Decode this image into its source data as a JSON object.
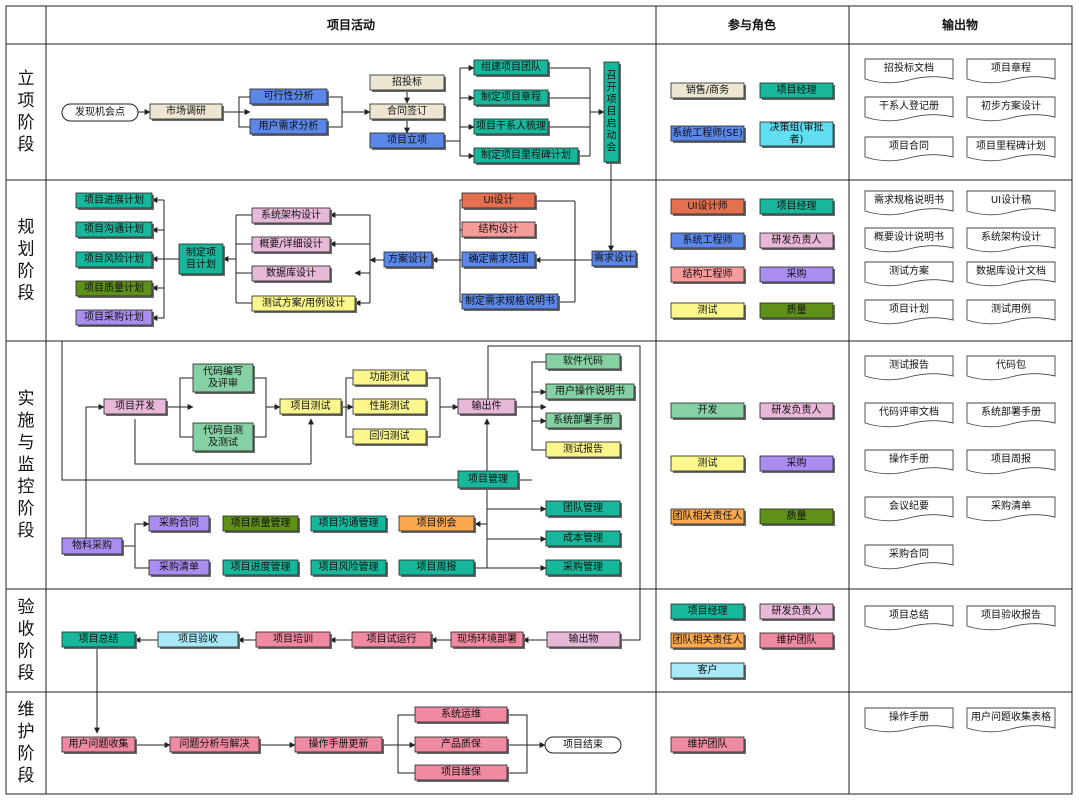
{
  "colors": {
    "beige": "#ece6d2",
    "blue": "#5b87e8",
    "teal": "#18b79c",
    "cyan": "#62def2",
    "pink": "#e8b8d8",
    "orange": "#e5704f",
    "salmon": "#f79b9b",
    "yellow": "#fbf78c",
    "olive": "#5f9018",
    "purple": "#a98ef0",
    "green": "#86d1a4",
    "amber": "#fba94f",
    "rose": "#ef8aa2",
    "sky": "#a9e9f7",
    "line": "#222222"
  },
  "headers": {
    "activities": "项目活动",
    "roles": "参与角色",
    "outputs": "输出物"
  },
  "stages": [
    {
      "label": [
        "立",
        "项",
        "阶",
        "段"
      ]
    },
    {
      "label": [
        "规",
        "划",
        "阶",
        "段"
      ]
    },
    {
      "label": [
        "实",
        "施",
        "与",
        "监",
        "控",
        "阶",
        "段"
      ]
    },
    {
      "label": [
        "验",
        "收",
        "阶",
        "段"
      ]
    },
    {
      "label": [
        "维",
        "护",
        "阶",
        "段"
      ]
    }
  ],
  "nodes": {
    "s1_start": "发现机会点",
    "s1_market": "市场调研",
    "s1_feasibility": "可行性分析",
    "s1_user_req": "用户需求分析",
    "s1_bidding": "招投标",
    "s1_contract": "合同签订",
    "s1_init": "项目立项",
    "s1_team": "组建项目团队",
    "s1_charter": "制定项目章程",
    "s1_stakeholder": "项目干系人梳理",
    "s1_milestone": "制定项目里程碑计划",
    "s1_kickoff": [
      "召",
      "开",
      "项",
      "目",
      "启",
      "动",
      "会"
    ],
    "s2_req_design": "需求设计",
    "s2_ui": "UI设计",
    "s2_struct": "结构设计",
    "s2_scope": "确定需求范围",
    "s2_spec": "制定需求规格说明书",
    "s2_solution": "方案设计",
    "s2_arch": "系统架构设计",
    "s2_outline": "概要/详细设计",
    "s2_db": "数据库设计",
    "s2_test_case": "测试方案/用例设计",
    "s2_plan": [
      "制定项",
      "目计划"
    ],
    "s2_progress": "项目进展计划",
    "s2_comm": "项目沟通计划",
    "s2_risk": "项目风险计划",
    "s2_quality": "项目质量计划",
    "s2_purchase": "项目采购计划",
    "s3_dev": "项目开发",
    "s3_code_review": [
      "代码编写",
      "及评审"
    ],
    "s3_self_test": [
      "代码自测",
      "及测试"
    ],
    "s3_proj_test": "项目测试",
    "s3_func": "功能测试",
    "s3_perf": "性能测试",
    "s3_regress": "回归测试",
    "s3_output": "输出件",
    "s3_sw_code": "软件代码",
    "s3_manual": "用户操作说明书",
    "s3_deploy": "系统部署手册",
    "s3_report": "测试报告",
    "s3_mgmt": "项目管理",
    "s3_team_mgmt": "团队管理",
    "s3_cost": "成本管理",
    "s3_proc_mgmt": "采购管理",
    "s3_material": "物料采购",
    "s3_pc": "采购合同",
    "s3_pl": "采购清单",
    "s3_qm": "项目质量管理",
    "s3_cm": "项目沟通管理",
    "s3_meeting": "项目例会",
    "s3_pm": "项目进度管理",
    "s3_rm": "项目风险管理",
    "s3_weekly": "项目周报",
    "s4_output": "输出物",
    "s4_env": "现场环境部署",
    "s4_trial": "项目试运行",
    "s4_train": "项目培训",
    "s4_accept": "项目验收",
    "s4_summary": "项目总结",
    "s5_collect": "用户问题收集",
    "s5_analysis": "问题分析与解决",
    "s5_manual_upd": "操作手册更新",
    "s5_ops": "系统运维",
    "s5_quality": "产品质保",
    "s5_maint": "项目维保",
    "s5_end": "项目结束"
  },
  "roles": {
    "s1": [
      "销售/商务",
      "项目经理",
      "系统工程师(SE)",
      [
        "决策组(审批",
        "者)"
      ]
    ],
    "s2": [
      "UI设计师",
      "项目经理",
      "系统工程师",
      "研发负责人",
      "结构工程师",
      "采购",
      "测试",
      "质量"
    ],
    "s3": [
      "开发",
      "研发负责人",
      "测试",
      "采购",
      "团队相关责任人",
      "质量"
    ],
    "s4": [
      "项目经理",
      "研发负责人",
      "团队相关责任人",
      "维护团队",
      "客户"
    ],
    "s5": [
      "维护团队"
    ]
  },
  "outputs": {
    "s1": [
      "招投标文档",
      "项目章程",
      "干系人登记册",
      "初步方案设计",
      "项目合同",
      "项目里程碑计划"
    ],
    "s2": [
      "需求规格说明书",
      "UI设计稿",
      "概要设计说明书",
      "系统架构设计",
      "测试方案",
      "数据库设计文档",
      "项目计划",
      "测试用例"
    ],
    "s3": [
      "测试报告",
      "代码包",
      "代码评审文档",
      "系统部署手册",
      "操作手册",
      "项目周报",
      "会议纪要",
      "采购清单",
      "采购合同"
    ],
    "s4": [
      "项目总结",
      "项目验收报告"
    ],
    "s5": [
      "操作手册",
      "用户问题收集表格"
    ]
  }
}
